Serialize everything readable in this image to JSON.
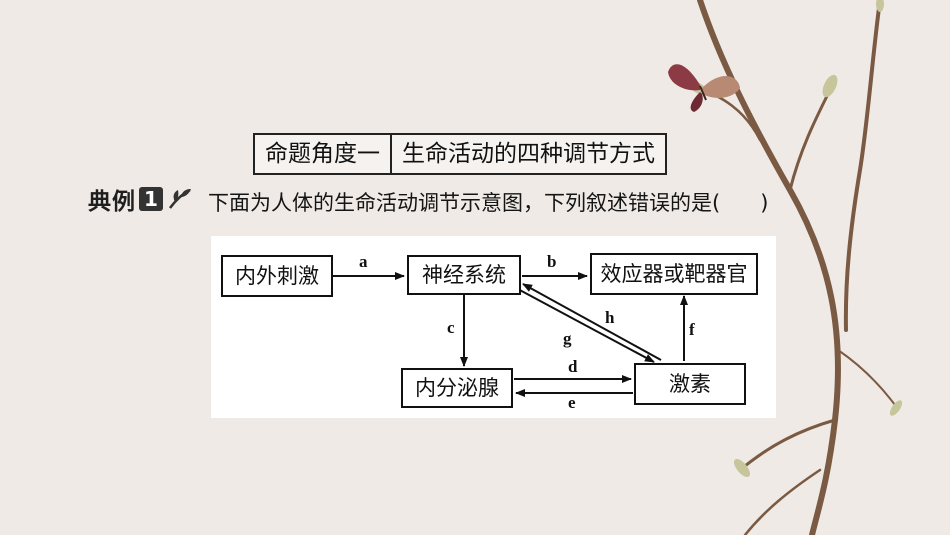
{
  "topic": {
    "label": "命题角度一",
    "title": "生命活动的四种调节方式"
  },
  "example": {
    "label": "典例",
    "number": "1",
    "question": "下面为人体的生命活动调节示意图，下列叙述错误的是(",
    "question_end": ")"
  },
  "diagram": {
    "nodes": {
      "stimulus": "内外刺激",
      "nervous": "神经系统",
      "effector": "效应器或靶器官",
      "endocrine": "内分泌腺",
      "hormone": "激素"
    },
    "edges": {
      "a": "a",
      "b": "b",
      "c": "c",
      "d": "d",
      "e": "e",
      "f": "f",
      "g": "g",
      "h": "h"
    }
  },
  "colors": {
    "background": "#efeae6",
    "branch": "#7a5a43",
    "bud": "#c7c59b",
    "butterfly": "#8c3a44"
  }
}
